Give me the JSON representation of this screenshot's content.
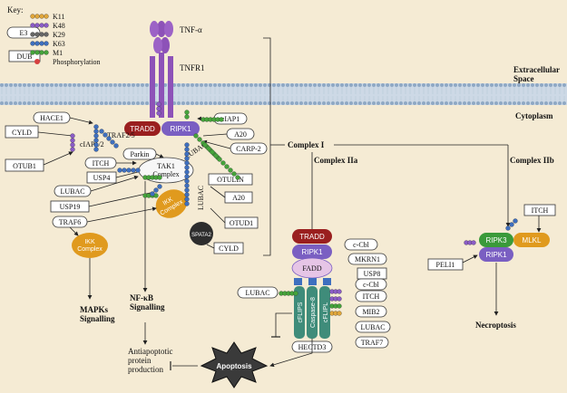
{
  "key": {
    "title": "Key:",
    "e3": "E3",
    "dub": "DUB",
    "items": [
      {
        "label": "K11",
        "color": "#e0a63a"
      },
      {
        "label": "K48",
        "color": "#8b5cc6"
      },
      {
        "label": "K29",
        "color": "#666666"
      },
      {
        "label": "K63",
        "color": "#3e6fbf"
      },
      {
        "label": "M1",
        "color": "#45a33a"
      },
      {
        "label": "Phosphorylation",
        "color": "#d64040"
      }
    ]
  },
  "regions": {
    "extracellular": "Extracellular Space",
    "cytoplasm": "Cytoplasm"
  },
  "receptor": {
    "ligand": "TNF-α",
    "receptor": "TNFR1"
  },
  "complex1": {
    "label": "Complex I",
    "tradd": "TRADD",
    "ripk1": "RIPK1",
    "traf": "TRAF2/5",
    "ciap12": "cIAP1/2",
    "lubac": "LUBAC",
    "tak1": "TAK1 Complex",
    "ikk": "IKK Complex",
    "spata2": "SPATA2",
    "hace1": "HACE1",
    "cyld": "CYLD",
    "otub1": "OTUB1",
    "itch": "ITCH",
    "usp4": "USP4",
    "lubac2": "LUBAC",
    "usp19": "USP19",
    "traf6": "TRAF6",
    "parkin": "Parkin",
    "ciap1": "cIAP1",
    "a20": "A20",
    "carp2": "CARP-2",
    "otulin": "OTULIN",
    "a20b": "A20",
    "otud1": "OTUD1",
    "cyld2": "CYLD",
    "lubac3": "LUBAC",
    "ikk2": "IKK Complex"
  },
  "signalling": {
    "mapks": "MAPKs Signalling",
    "nfkb": "NF-κB Signalling",
    "antiapop": "Antiapoptotic protein production"
  },
  "complex2a": {
    "label": "Complex IIa",
    "tradd": "TRADD",
    "ripk1": "RIPK1",
    "fadd": "FADD",
    "cflip": "cFLIPS",
    "casp8": "Caspase-8",
    "cflipl": "cFLIPL",
    "ccbl1": "c-Cbl",
    "mkrn1": "MKRN1",
    "usp8": "USP8",
    "lubac": "LUBAC",
    "ccbl2": "c-Cbl",
    "itch": "ITCH",
    "mib2": "MIB2",
    "lubac2": "LUBAC",
    "traf7": "TRAF7",
    "hectd3": "HECTD3",
    "apoptosis": "Apoptosis"
  },
  "complex2b": {
    "label": "Complex IIb",
    "ripk3": "RIPK3",
    "mlkl": "MLKL",
    "ripk1": "RIPK1",
    "peli1": "PELI1",
    "itch": "ITCH",
    "necroptosis": "Necroptosis"
  }
}
